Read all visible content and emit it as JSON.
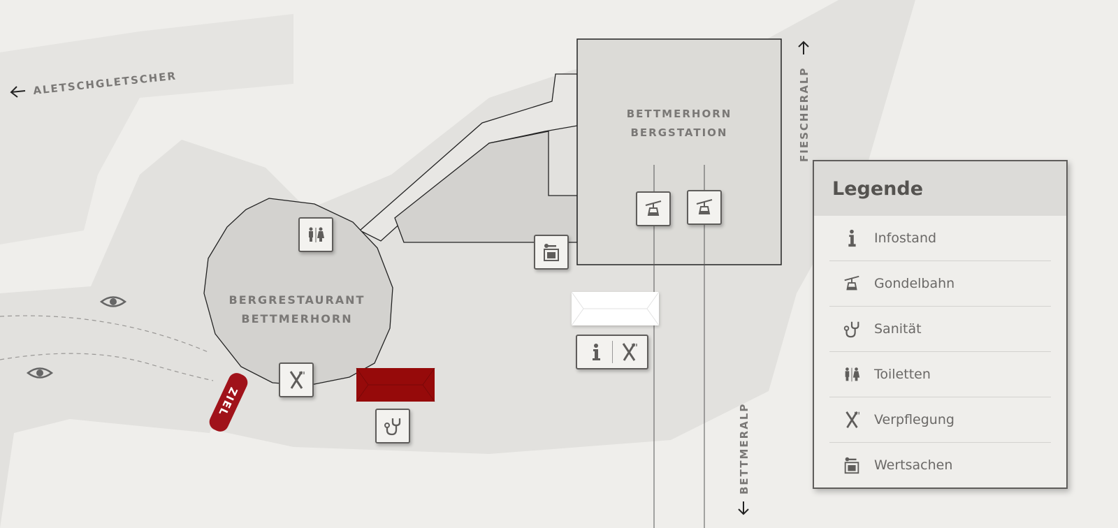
{
  "map": {
    "labels": {
      "aletschgletscher": "ALETSCHGLETSCHER",
      "fiescheralp": "FIESCHERALP",
      "bettmeralp": "BETTMERALP",
      "restaurant_line1": "BERGRESTAURANT",
      "restaurant_line2": "BETTMERHORN",
      "station_line1": "BETTMERHORN",
      "station_line2": "BERGSTATION",
      "finish": "ZIEL"
    },
    "colors": {
      "background": "#efeeeb",
      "terrain": "#e2e1de",
      "building": "#d3d2cf",
      "accent": "#960a0a",
      "icon": "#5f5d5b"
    }
  },
  "legend": {
    "title": "Legende",
    "items": [
      {
        "icon": "info-icon",
        "label": "Infostand"
      },
      {
        "icon": "gondola-icon",
        "label": "Gondelbahn"
      },
      {
        "icon": "stethoscope-icon",
        "label": "Sanität"
      },
      {
        "icon": "toilet-icon",
        "label": "Toiletten"
      },
      {
        "icon": "cutlery-icon",
        "label": "Verpflegung"
      },
      {
        "icon": "valuables-icon",
        "label": "Wertsachen"
      }
    ]
  }
}
